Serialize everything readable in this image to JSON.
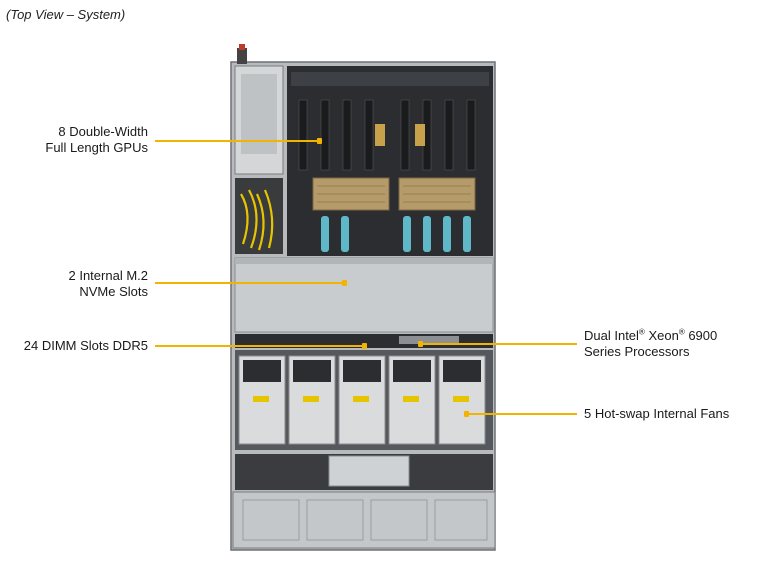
{
  "caption": "(Top View – System)",
  "callouts": {
    "gpus": {
      "line1": "8 Double-Width",
      "line2": "Full Length GPUs"
    },
    "m2": {
      "line1": "2 Internal M.2",
      "line2": "NVMe Slots"
    },
    "dimm": {
      "line1": "24 DIMM Slots DDR5"
    },
    "cpu": {
      "line1_a": "Dual Intel",
      "line1_reg1": "®",
      "line1_b": " Xeon",
      "line1_reg2": "®",
      "line1_c": " 6900",
      "line2": "Series Processors"
    },
    "fans": {
      "line1": "5 Hot-swap Internal Fans"
    }
  },
  "colors": {
    "leader": "#f2b400",
    "chassis_metal": "#c9ccce",
    "board_dark": "#2b2d30",
    "heatsink": "#b59a6a",
    "cable_teal": "#5fb8c8",
    "cable_yellow": "#e6c400"
  }
}
